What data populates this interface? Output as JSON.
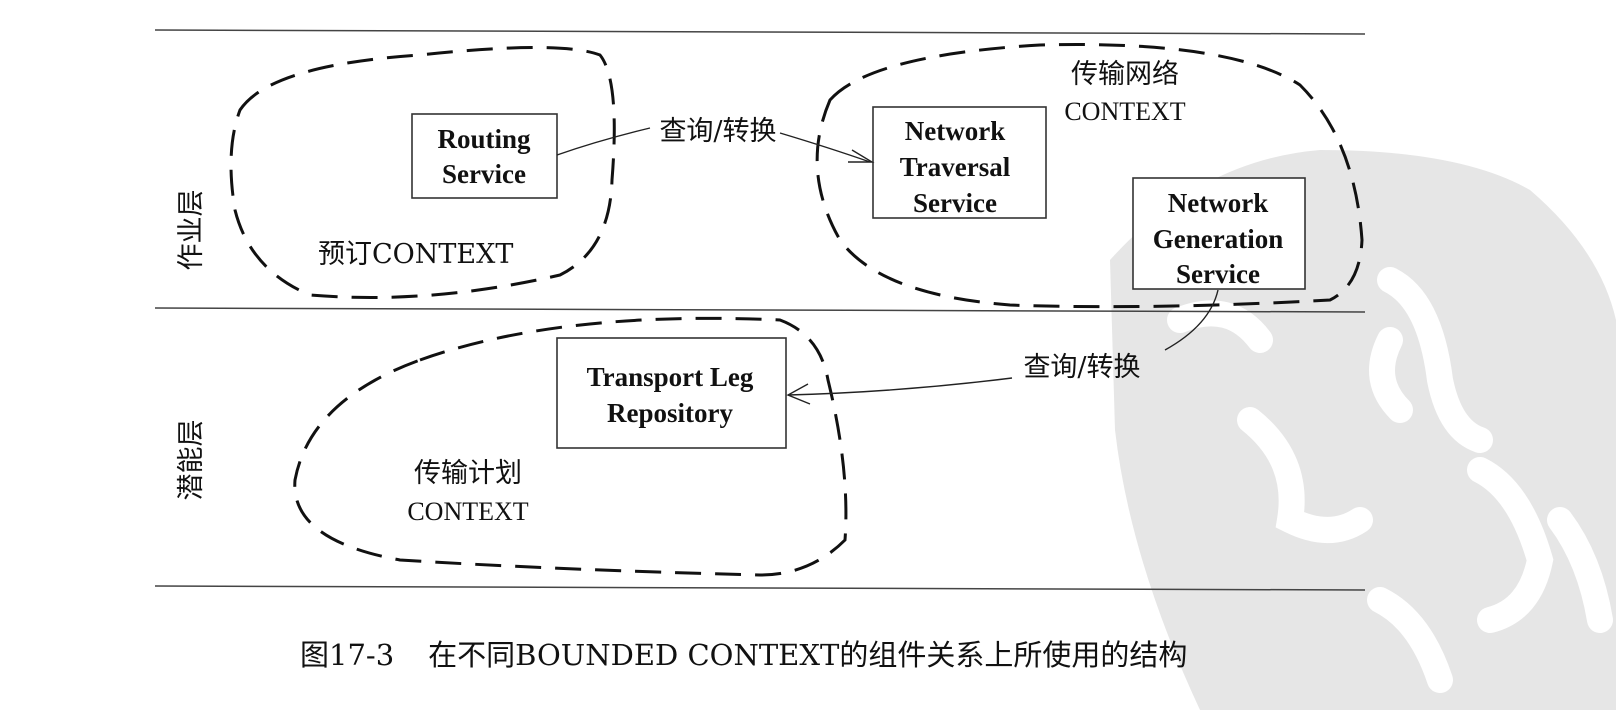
{
  "layers": [
    {
      "id": "operations",
      "label": "作业层"
    },
    {
      "id": "potential",
      "label": "潜能层"
    }
  ],
  "contexts": [
    {
      "id": "booking",
      "lines": [
        "预订CONTEXT"
      ]
    },
    {
      "id": "transport-network",
      "lines": [
        "传输网络",
        "CONTEXT"
      ]
    },
    {
      "id": "transport-planning",
      "lines": [
        "传输计划",
        "CONTEXT"
      ]
    }
  ],
  "components": [
    {
      "id": "routing-service",
      "lines": [
        "Routing",
        "Service"
      ]
    },
    {
      "id": "network-traversal-service",
      "lines": [
        "Network",
        "Traversal",
        "Service"
      ]
    },
    {
      "id": "network-generation-service",
      "lines": [
        "Network",
        "Generation",
        "Service"
      ]
    },
    {
      "id": "transport-leg-repository",
      "lines": [
        "Transport Leg",
        "Repository"
      ]
    }
  ],
  "relations": [
    {
      "id": "query-transform-1",
      "label": "查询/转换"
    },
    {
      "id": "query-transform-2",
      "label": "查询/转换"
    }
  ],
  "caption": {
    "number": "图17-3",
    "text": "在不同BOUNDED CONTEXT的组件关系上所使用的结构"
  },
  "watermark": {
    "color": "#e6e6e6"
  }
}
